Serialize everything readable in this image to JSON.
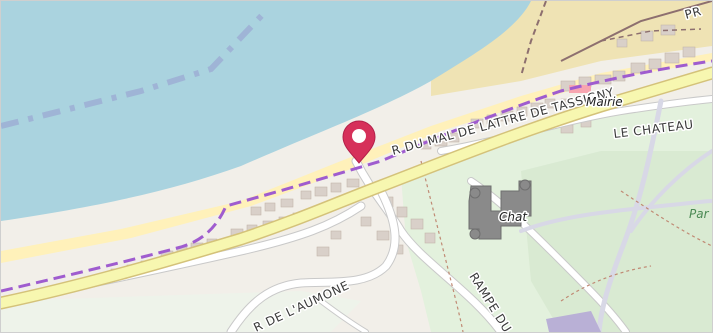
{
  "map": {
    "colors": {
      "water": "#aad3df",
      "beach": "#fff1ba",
      "land": "#f2efe9",
      "park": "#e3f1dd",
      "forest": "#d6e9cf",
      "main_road": "#f7f7b0",
      "road": "#ffffff",
      "building": "#d9d0c9",
      "castle": "#8a8a8a",
      "boundary": "#9f5ccf",
      "marker": "#d6305a"
    },
    "labels": {
      "street_main": "R DU MAL DE LATTRE DE TASSIGNY",
      "mairie": "Mairie",
      "le_chateau": "LE CHATEAU",
      "chat": "Chat",
      "park_partial": "Par",
      "aumone": "R DE L'AUMONE",
      "rampe": "RAMPE DU C",
      "top_right": "PR"
    },
    "marker": {
      "icon": "location-pin-icon"
    }
  }
}
